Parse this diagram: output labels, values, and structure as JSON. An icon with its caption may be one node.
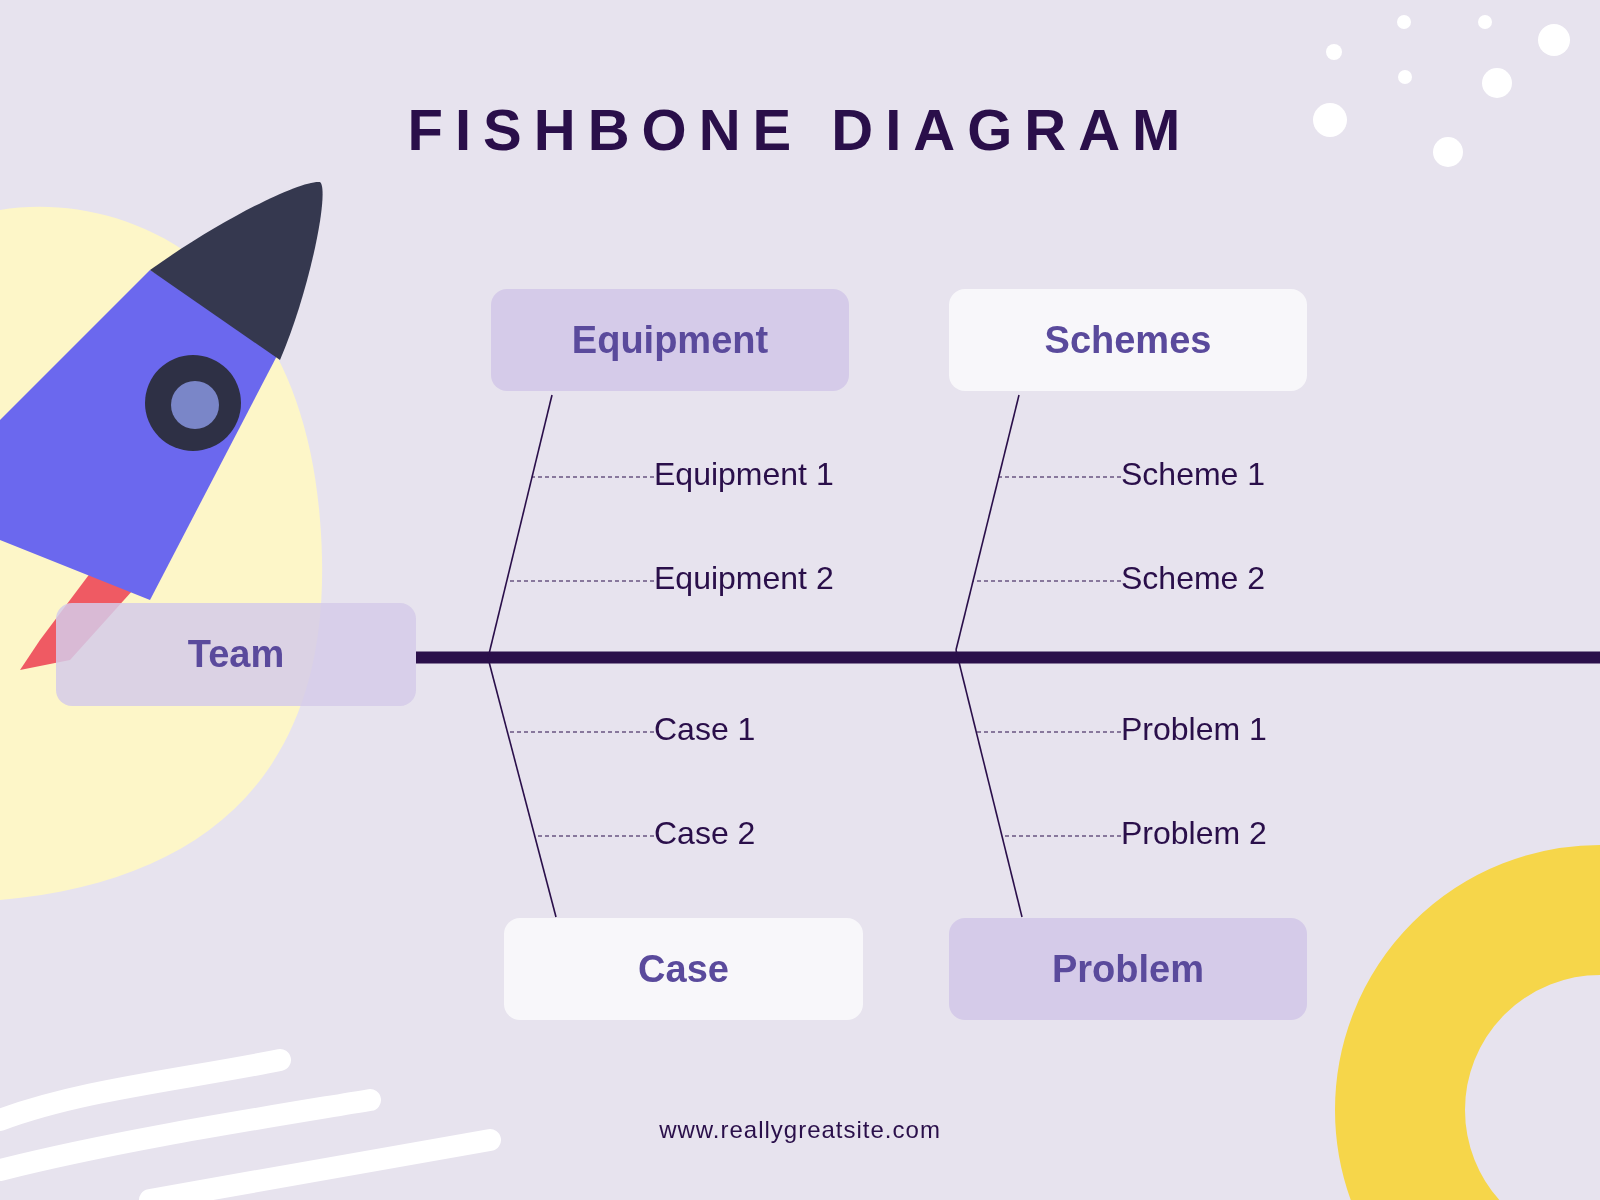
{
  "diagram": {
    "title": "FISHBONE DIAGRAM",
    "nodes": [
      {
        "text": [
          "Equipment"
        ]
      },
      {
        "text": [
          "Schemes"
        ]
      },
      {
        "text": [
          "Equipment 1"
        ]
      },
      {
        "text": [
          "Scheme 1"
        ]
      },
      {
        "text": [
          "Equipment 2"
        ]
      },
      {
        "text": [
          "Scheme 2"
        ]
      },
      {
        "text": [
          "Team"
        ]
      },
      {
        "text": [
          "Case 1"
        ]
      },
      {
        "text": [
          "Problem 1"
        ]
      },
      {
        "text": [
          "Case 2"
        ]
      },
      {
        "text": [
          "Problem 2"
        ]
      },
      {
        "text": [
          "Case"
        ]
      },
      {
        "text": [
          "Problem"
        ]
      }
    ],
    "edges": [
      {
        "from": 6,
        "to": null,
        "arrow": "none",
        "style": "thick"
      },
      {
        "from": 0,
        "to": null,
        "arrow": "none"
      },
      {
        "from": 11,
        "to": null,
        "arrow": "none"
      },
      {
        "from": 1,
        "to": null,
        "arrow": "none"
      },
      {
        "from": 12,
        "to": null,
        "arrow": "none"
      },
      {
        "from": 2,
        "to": null,
        "arrow": "none",
        "style": "dashed"
      },
      {
        "from": 4,
        "to": null,
        "arrow": "none",
        "style": "dashed"
      },
      {
        "from": 3,
        "to": null,
        "arrow": "none",
        "style": "dashed"
      },
      {
        "from": 5,
        "to": null,
        "arrow": "none",
        "style": "dashed"
      },
      {
        "from": 7,
        "to": null,
        "arrow": "none",
        "style": "dashed"
      },
      {
        "from": 9,
        "to": null,
        "arrow": "none",
        "style": "dashed"
      },
      {
        "from": 8,
        "to": null,
        "arrow": "none",
        "style": "dashed"
      },
      {
        "from": 10,
        "to": null,
        "arrow": "none",
        "style": "dashed"
      }
    ],
    "labels": [
      "www.reallygreatsite.com"
    ]
  }
}
